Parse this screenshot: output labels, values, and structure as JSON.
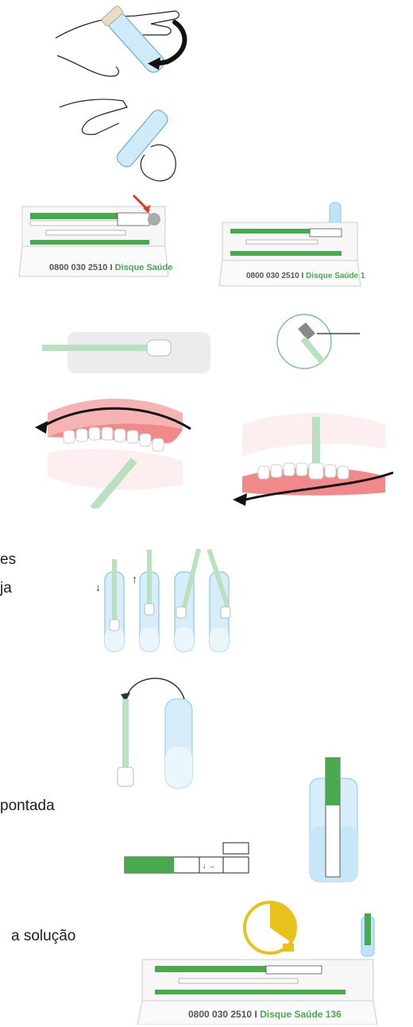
{
  "text_fragments": {
    "step_swab_rotate": [
      "es",
      "ja"
    ],
    "step_strip_read": "pontada",
    "step_wait": "a solução"
  },
  "kit_box": {
    "phone_line": "0800 030 2510",
    "separator": "I",
    "hotline": "Disque Saúde 136"
  },
  "arrows": {
    "down": "↓",
    "up": "↑",
    "strip_marks": "↓ →"
  },
  "colors": {
    "swab_green": "#b9e0bf",
    "tube_blue": "#bfe3f7",
    "gum_pink": "#f08a8a",
    "kit_green": "#4aa84f",
    "timer_yellow": "#e8c21a"
  }
}
